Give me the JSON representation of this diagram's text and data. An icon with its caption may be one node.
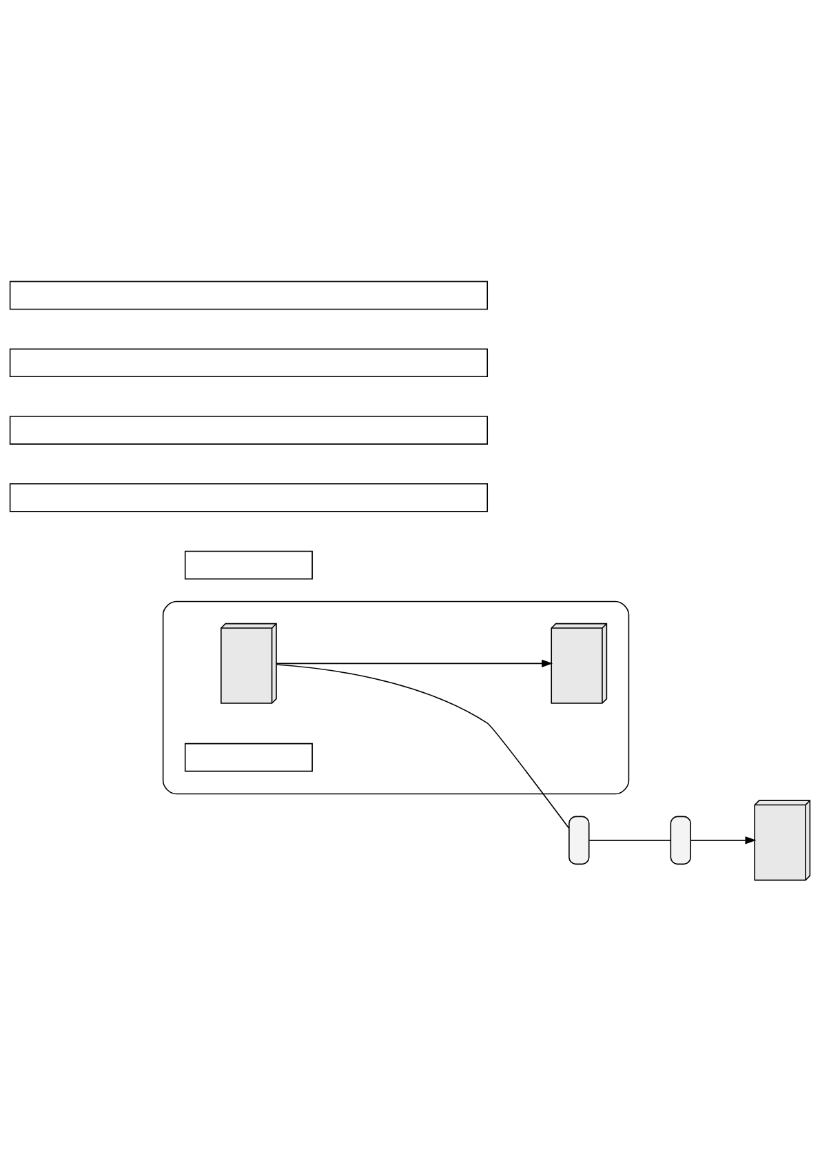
{
  "diagram": {
    "nodes": [
      {
        "text": [],
        "shape": "box"
      },
      {
        "text": [],
        "shape": "printer",
        "in": 0
      },
      {
        "text": [],
        "shape": "printer",
        "in": 0
      },
      {
        "text": [],
        "shape": "box",
        "in": 0
      },
      {
        "text": [],
        "shape": "router"
      },
      {
        "text": [],
        "shape": "router"
      },
      {
        "text": [],
        "shape": "printer"
      },
      {
        "text": [],
        "shape": "box"
      },
      {
        "text": [],
        "shape": "box"
      },
      {
        "text": [],
        "shape": "box"
      },
      {
        "text": [],
        "shape": "box"
      },
      {
        "text": [],
        "shape": "box"
      }
    ],
    "edges": [
      {
        "from": 1,
        "to": 2,
        "arrow": "to"
      },
      {
        "from": 1,
        "to": 4,
        "arrow": "none"
      },
      {
        "from": 4,
        "to": 5,
        "arrow": "none"
      },
      {
        "from": 5,
        "to": 6,
        "arrow": "to"
      }
    ]
  }
}
